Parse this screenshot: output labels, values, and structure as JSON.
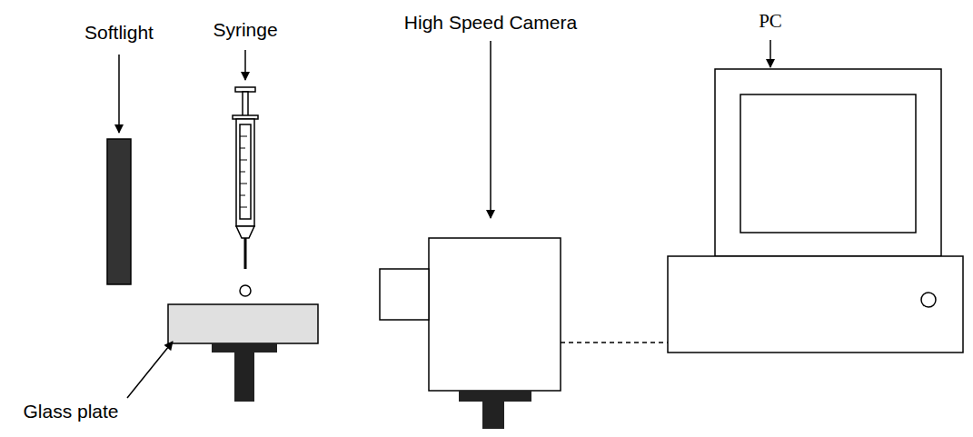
{
  "diagram": {
    "labels": [
      "Softlight",
      "Syringe",
      "High Speed Camera",
      "PC",
      "Glass plate"
    ]
  }
}
